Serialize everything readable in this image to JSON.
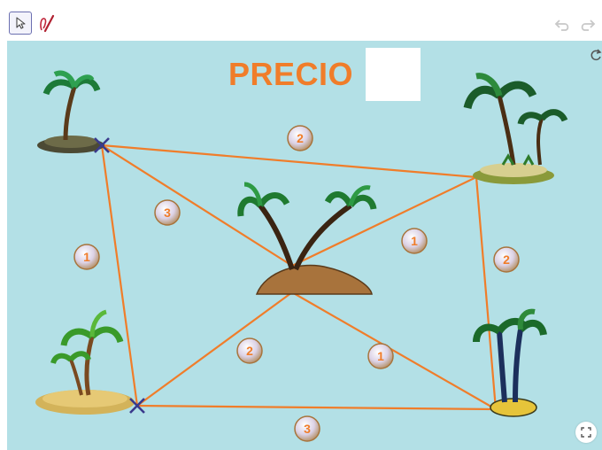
{
  "header": {
    "title": "PRECIO",
    "price_value": ""
  },
  "toolbar": {
    "tools": [
      "move-tool",
      "pen-tool"
    ],
    "history": [
      "undo",
      "redo"
    ]
  },
  "edge_costs": [
    {
      "edge": "top-left to top-right",
      "cost": "2"
    },
    {
      "edge": "top-left to center",
      "cost": "3"
    },
    {
      "edge": "top-left to bottom-left",
      "cost": "1"
    },
    {
      "edge": "top-right to center",
      "cost": "1"
    },
    {
      "edge": "top-right to bottom-right",
      "cost": "2"
    },
    {
      "edge": "bottom-left to center",
      "cost": "2"
    },
    {
      "edge": "center to bottom-right",
      "cost": "1"
    },
    {
      "edge": "bottom-left to bottom-right",
      "cost": "3"
    }
  ],
  "colors": {
    "water": "#b3e0e6",
    "route": "#f07d2a",
    "title": "#f07d2a",
    "marker": "#3a3a8c"
  }
}
